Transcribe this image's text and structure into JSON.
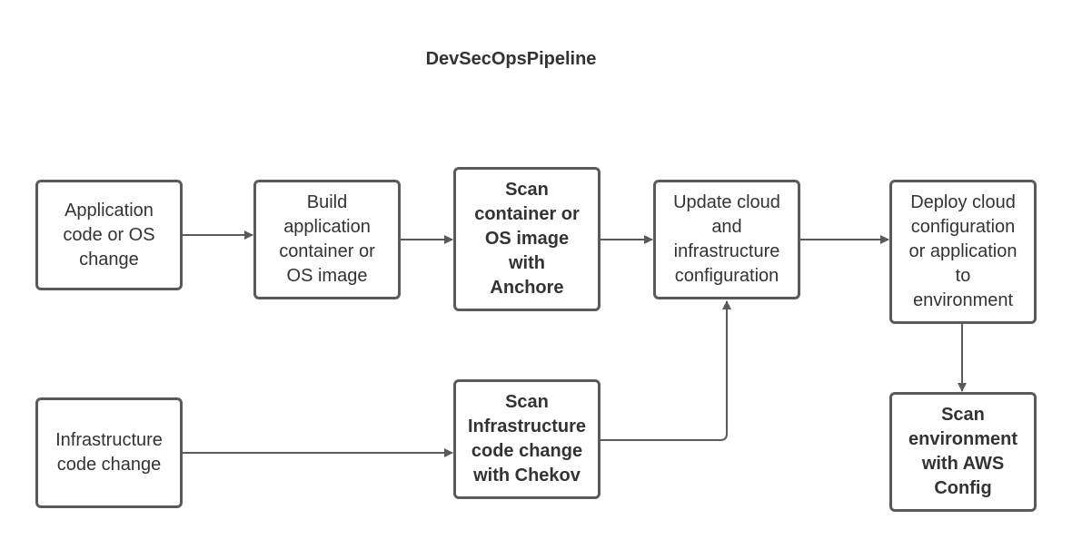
{
  "diagram": {
    "title": "DevSecOpsPipeline",
    "nodes": {
      "app_change": "Application\ncode or OS\nchange",
      "build_image": "Build\napplication\ncontainer or\nOS image",
      "scan_anchore": "Scan\ncontainer or\nOS image\nwith\nAnchore",
      "update_config": "Update cloud\nand\ninfrastructure\nconfiguration",
      "deploy": "Deploy cloud\nconfiguration\nor application\nto\nenvironment",
      "infra_change": "Infrastructure\ncode change",
      "scan_chekov": "Scan\nInfrastructure\ncode change\nwith Chekov",
      "scan_aws_config": "Scan\nenvironment\nwith AWS\nConfig"
    },
    "edges": [
      {
        "from": "app_change",
        "to": "build_image"
      },
      {
        "from": "build_image",
        "to": "scan_anchore"
      },
      {
        "from": "scan_anchore",
        "to": "update_config"
      },
      {
        "from": "update_config",
        "to": "deploy"
      },
      {
        "from": "deploy",
        "to": "scan_aws_config"
      },
      {
        "from": "infra_change",
        "to": "scan_chekov"
      },
      {
        "from": "scan_chekov",
        "to": "update_config"
      }
    ]
  }
}
